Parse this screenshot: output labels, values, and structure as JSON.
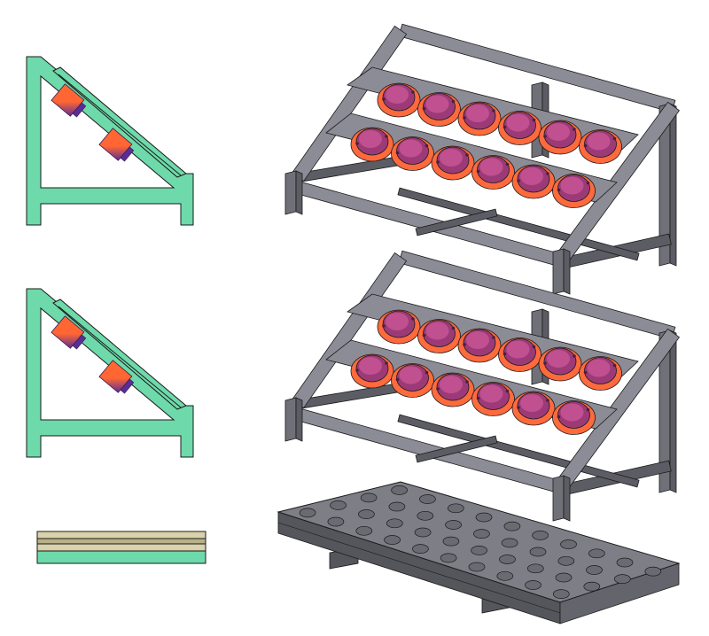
{
  "scene": {
    "background": "#ffffff",
    "outline": "#1a1a1a"
  },
  "side_views": {
    "fill": "#6ed9aa",
    "holder_colors": [
      "#ff6633",
      "#5a2d96"
    ],
    "views": [
      {
        "name": "side-view-upper",
        "holders": 2
      },
      {
        "name": "side-view-lower",
        "holders": 2
      }
    ]
  },
  "bottom_strip": {
    "layers": [
      {
        "color": "#d9d2aa"
      },
      {
        "color": "#b8b08a"
      },
      {
        "color": "#d9d2aa"
      },
      {
        "color": "#6ed9aa"
      }
    ]
  },
  "racks": {
    "frame_colors": {
      "top": "#8c8c96",
      "side": "#5c5c64",
      "front": "#707078"
    },
    "holder_colors": {
      "ring": "#ff6a3d",
      "cap": "#9c3a78",
      "cap_light": "#c0508f",
      "dot": "#4a1f3c"
    },
    "units": [
      {
        "name": "rack-upper",
        "rows": [
          6,
          6
        ]
      },
      {
        "name": "rack-lower",
        "rows": [
          6,
          6
        ]
      }
    ]
  },
  "pallet": {
    "rows": 4,
    "cols": 10,
    "colors": {
      "top": "#7e7e86",
      "hole": "#6a6a72",
      "side": "#55555c"
    }
  }
}
